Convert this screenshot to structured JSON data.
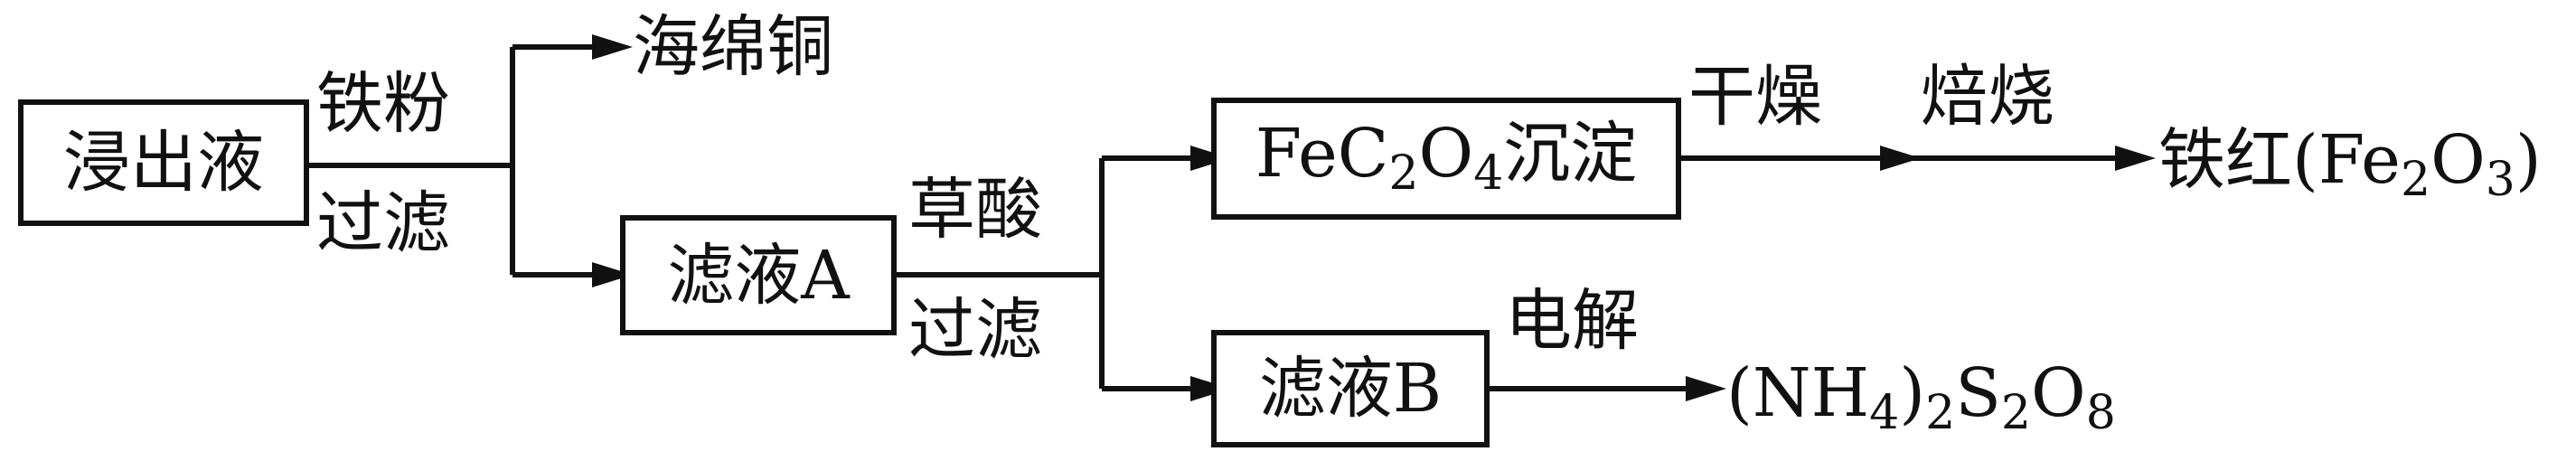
{
  "nodes": {
    "leachate": "浸出液",
    "sponge_copper": "海绵铜",
    "filtrate_a": "滤液A",
    "fec2o4": {
      "a": "FeC",
      "s1": "2",
      "b": "O",
      "s2": "4",
      "c": "沉淀"
    },
    "filtrate_b": "滤液B",
    "iron_red": {
      "a": "铁红(Fe",
      "s1": "2",
      "b": "O",
      "s2": "3",
      "c": ")"
    },
    "persulfate": {
      "a": "(NH",
      "s1": "4",
      "b": ")",
      "s2": "2",
      "c": "S",
      "s3": "2",
      "d": "O",
      "s4": "8"
    }
  },
  "labels": {
    "iron_powder": "铁粉",
    "filter1": "过滤",
    "oxalic_acid": "草酸",
    "filter2": "过滤",
    "dry": "干燥",
    "roast": "焙烧",
    "electrolysis": "电解"
  },
  "colors": {
    "ink": "#111111"
  }
}
